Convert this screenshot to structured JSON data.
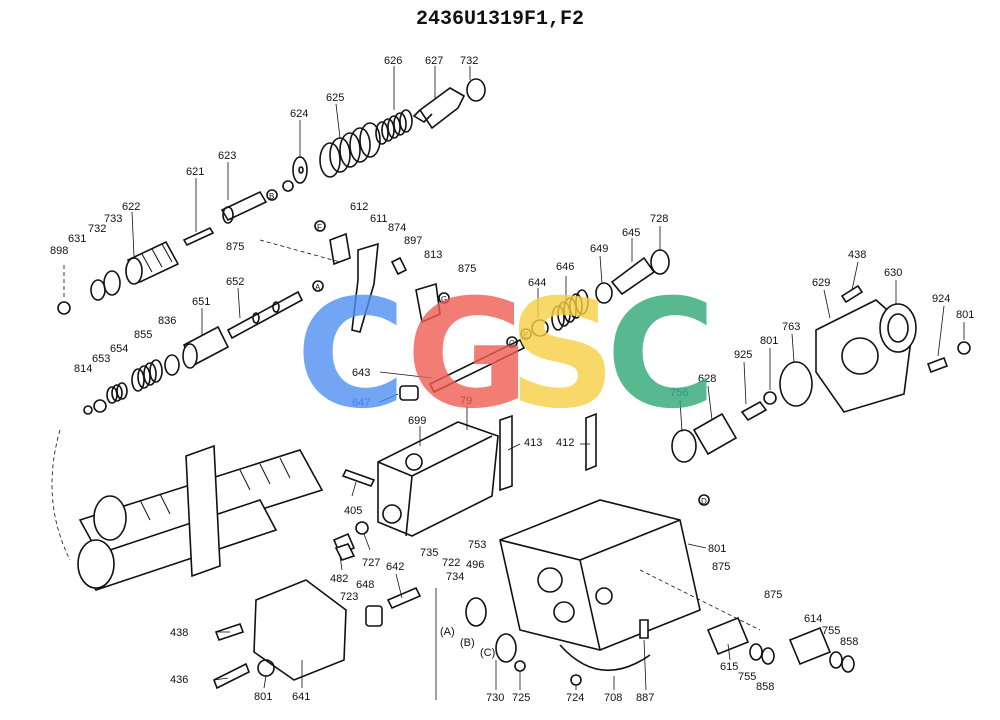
{
  "title": "2436U1319F1,F2",
  "watermark": {
    "letters": [
      "C",
      "G",
      "S",
      "C"
    ],
    "colors": [
      "#4f8ff2",
      "#ee5d52",
      "#f8cf46",
      "#2fa876"
    ]
  },
  "callouts": {
    "c626": "626",
    "c627": "627",
    "c732a": "732",
    "c625": "625",
    "c624": "624",
    "c623": "623",
    "c621": "621",
    "c622": "622",
    "c733": "733",
    "c732b": "732",
    "c631": "631",
    "c898": "898",
    "c875a": "875",
    "c612": "612",
    "c611": "611",
    "c874": "874",
    "c897": "897",
    "c813": "813",
    "c875b": "875",
    "c728": "728",
    "c645": "645",
    "c649": "649",
    "c646": "646",
    "c644": "644",
    "c652": "652",
    "c651": "651",
    "c836": "836",
    "c855": "855",
    "c654": "654",
    "c653": "653",
    "c814": "814",
    "c643": "643",
    "c647": "647",
    "c79": "79",
    "c699": "699",
    "c413": "413",
    "c412": "412",
    "c438a": "438",
    "c630": "630",
    "c629": "629",
    "c924": "924",
    "c801a": "801",
    "c763": "763",
    "c925": "925",
    "c801b": "801",
    "c756": "756",
    "c628": "628",
    "c405": "405",
    "c727": "727",
    "c482": "482",
    "c735": "735",
    "c722": "722",
    "c753": "753",
    "c496": "496",
    "c734": "734",
    "c642": "642",
    "c648": "648",
    "c723": "723",
    "c801c": "801",
    "c875c": "875",
    "c875d": "875",
    "c614": "614",
    "c755a": "755",
    "c858a": "858",
    "c615": "615",
    "c755b": "755",
    "c858b": "858",
    "c438b": "438",
    "c436": "436",
    "c801d": "801",
    "c641": "641",
    "c730": "730",
    "c725": "725",
    "c724": "724",
    "c708": "708",
    "c887": "887"
  },
  "markers": {
    "A": "A",
    "B": "B",
    "C": "C",
    "D": "D",
    "E": "E",
    "F": "F",
    "G": "G",
    "A_paren": "(A)",
    "B_paren": "(B)",
    "C_paren": "(C)"
  }
}
